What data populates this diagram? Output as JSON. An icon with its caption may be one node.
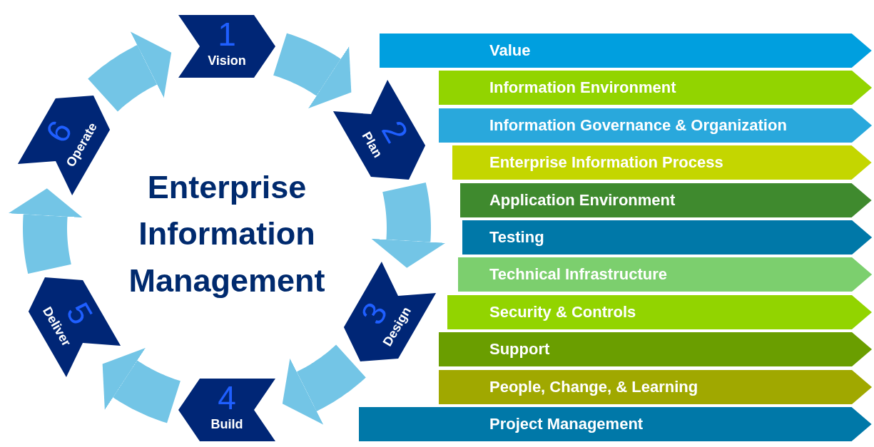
{
  "diagram": {
    "title": "Enterprise Information Management",
    "nodes": [
      {
        "text": [
          "1",
          "Vision"
        ]
      },
      {
        "text": [
          "2",
          "Plan"
        ]
      },
      {
        "text": [
          "3",
          "Design"
        ]
      },
      {
        "text": [
          "4",
          "Build"
        ]
      },
      {
        "text": [
          "5",
          "Deliver"
        ]
      },
      {
        "text": [
          "6",
          "Operate"
        ]
      },
      {
        "text": [
          "Value"
        ]
      },
      {
        "text": [
          "Information Environment"
        ]
      },
      {
        "text": [
          "Information Governance & Organization"
        ]
      },
      {
        "text": [
          "Enterprise Information Process"
        ]
      },
      {
        "text": [
          "Application Environment"
        ]
      },
      {
        "text": [
          "Testing"
        ]
      },
      {
        "text": [
          "Technical Infrastructure"
        ]
      },
      {
        "text": [
          "Security & Controls"
        ]
      },
      {
        "text": [
          "Support"
        ]
      },
      {
        "text": [
          "People, Change,  & Learning"
        ]
      },
      {
        "text": [
          "Project Management"
        ]
      }
    ],
    "edges": [
      {
        "from": 0,
        "to": 1,
        "arrow": "to"
      },
      {
        "from": 1,
        "to": 2,
        "arrow": "to"
      },
      {
        "from": 2,
        "to": 3,
        "arrow": "to"
      },
      {
        "from": 3,
        "to": 4,
        "arrow": "to"
      },
      {
        "from": 4,
        "to": 5,
        "arrow": "to"
      },
      {
        "from": 5,
        "to": 0,
        "arrow": "to"
      }
    ]
  }
}
